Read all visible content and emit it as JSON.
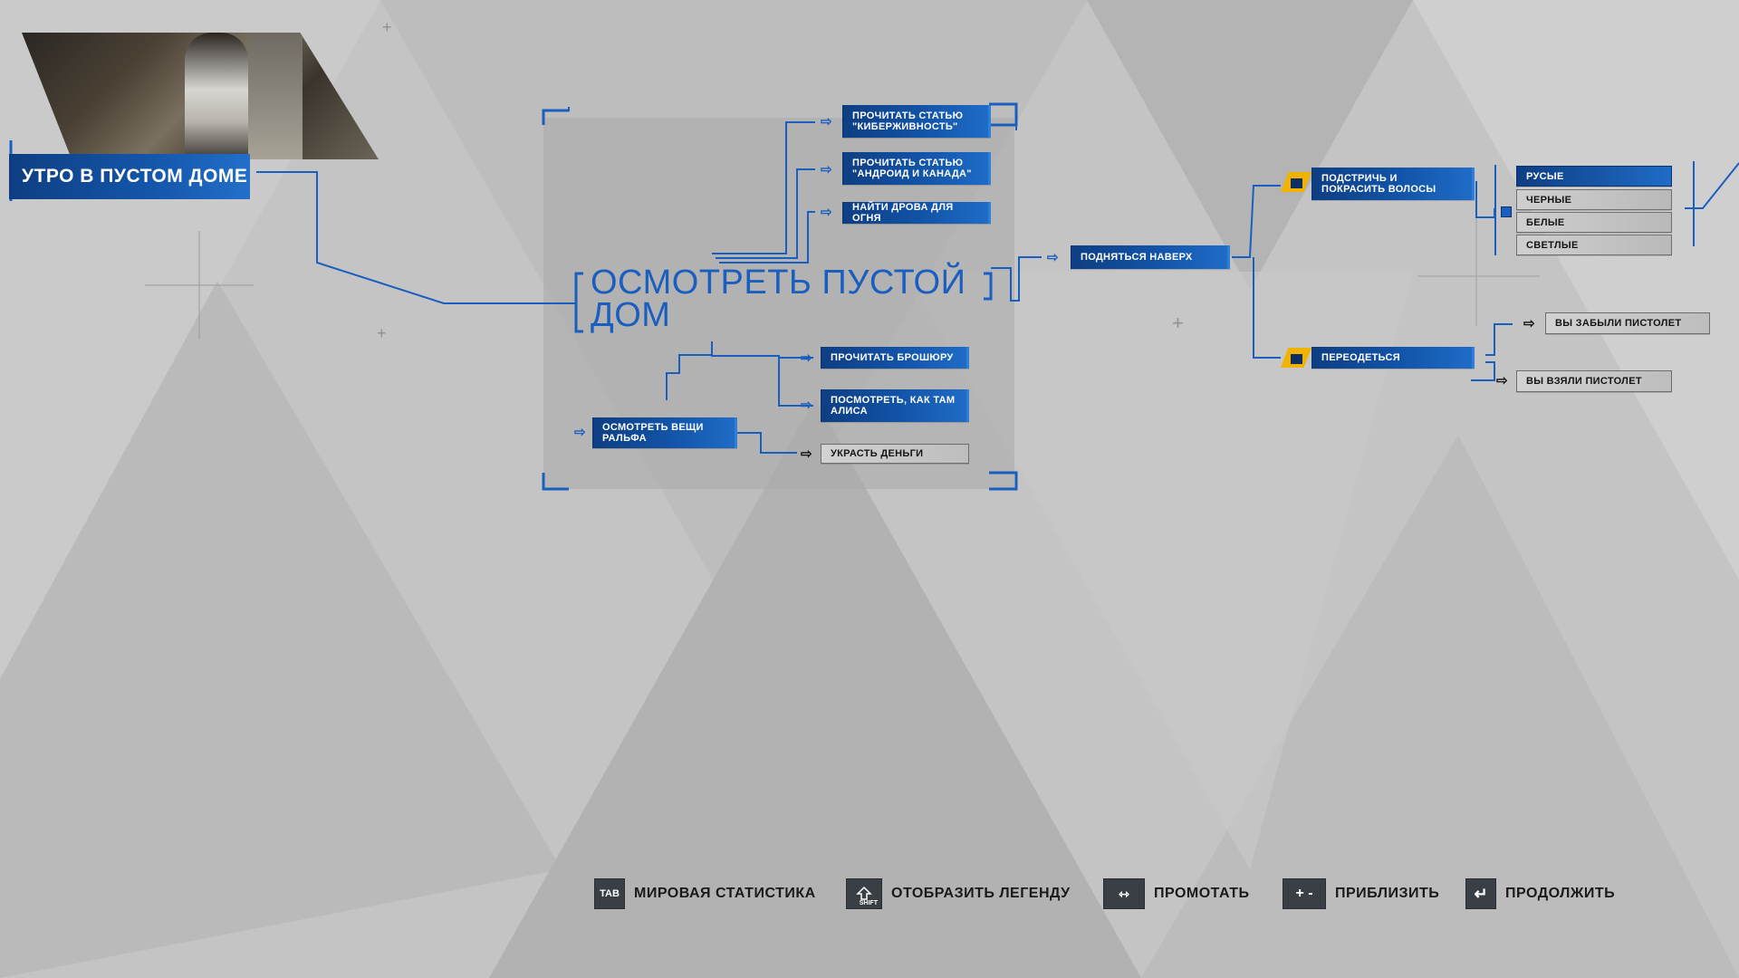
{
  "chapter": {
    "title": "УТРО В ПУСТОМ ДОМЕ"
  },
  "objective": {
    "title": "ОСМОТРЕТЬ ПУСТОЙ ДОМ"
  },
  "nodes": {
    "read_cyberliveness": "ПРОЧИТАТЬ СТАТЬЮ \"КИБЕРЖИВНОСТЬ\"",
    "read_android_canada": "ПРОЧИТАТЬ СТАТЬЮ \"АНДРОИД И КАНАДА\"",
    "find_firewood": "НАЙТИ ДРОВА ДЛЯ ОГНЯ",
    "read_brochure": "ПРОЧИТАТЬ БРОШЮРУ",
    "check_alice": "ПОСМОТРЕТЬ, КАК ТАМ АЛИСА",
    "examine_ralph": "ОСМОТРЕТЬ ВЕЩИ РАЛЬФА",
    "steal_money": "УКРАСТЬ ДЕНЬГИ",
    "go_upstairs": "ПОДНЯТЬСЯ НАВЕРХ",
    "cut_dye_hair": "ПОДСТРИЧЬ И ПОКРАСИТЬ ВОЛОСЫ",
    "change_clothes": "ПЕРЕОДЕТЬСЯ",
    "forgot_gun": "ВЫ ЗАБЫЛИ ПИСТОЛЕТ",
    "took_gun": "ВЫ ВЗЯЛИ ПИСТОЛЕТ"
  },
  "hair_options": [
    {
      "label": "РУСЫЕ",
      "selected": true
    },
    {
      "label": "ЧЕРНЫЕ",
      "selected": false
    },
    {
      "label": "БЕЛЫЕ",
      "selected": false
    },
    {
      "label": "СВЕТЛЫЕ",
      "selected": false
    }
  ],
  "controls": [
    {
      "key": "TAB",
      "label": "МИРОВАЯ СТАТИСТИКА"
    },
    {
      "key": "SHIFT",
      "label": "ОТОБРАЗИТЬ ЛЕГЕНДУ"
    },
    {
      "key": "move",
      "label": "ПРОМОТАТЬ"
    },
    {
      "key": "+ -",
      "label": "ПРИБЛИЗИТЬ"
    },
    {
      "key": "enter",
      "label": "ПРОДОЛЖИТЬ"
    }
  ],
  "colors": {
    "accent": "#1a5fc0",
    "node_dark": "#0e3e82",
    "lock": "#f1b200",
    "background": "#c3c3c3"
  }
}
